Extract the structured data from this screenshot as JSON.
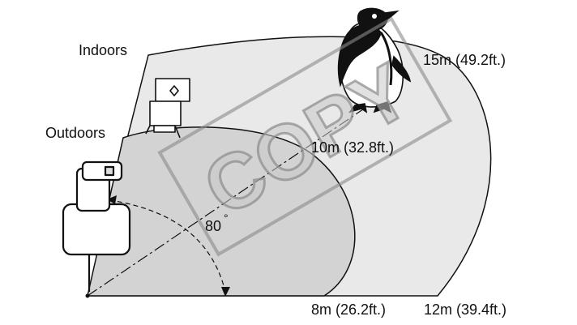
{
  "labels": {
    "indoors": "Indoors",
    "outdoors": "Outdoors",
    "angle_value": "80",
    "angle_unit": "°",
    "range_15m": "15m (49.2ft.)",
    "range_10m": "10m (32.8ft.)",
    "range_8m": "8m (26.2ft.)",
    "range_12m": "12m (39.4ft.)"
  },
  "watermark": "COPY",
  "colors": {
    "indoor_zone": "#e9e9e9",
    "outdoor_zone": "#d3d3d3",
    "outline": "#111111",
    "watermark_fill": "#c8c8c8",
    "watermark_stroke": "#8a8a8a"
  }
}
